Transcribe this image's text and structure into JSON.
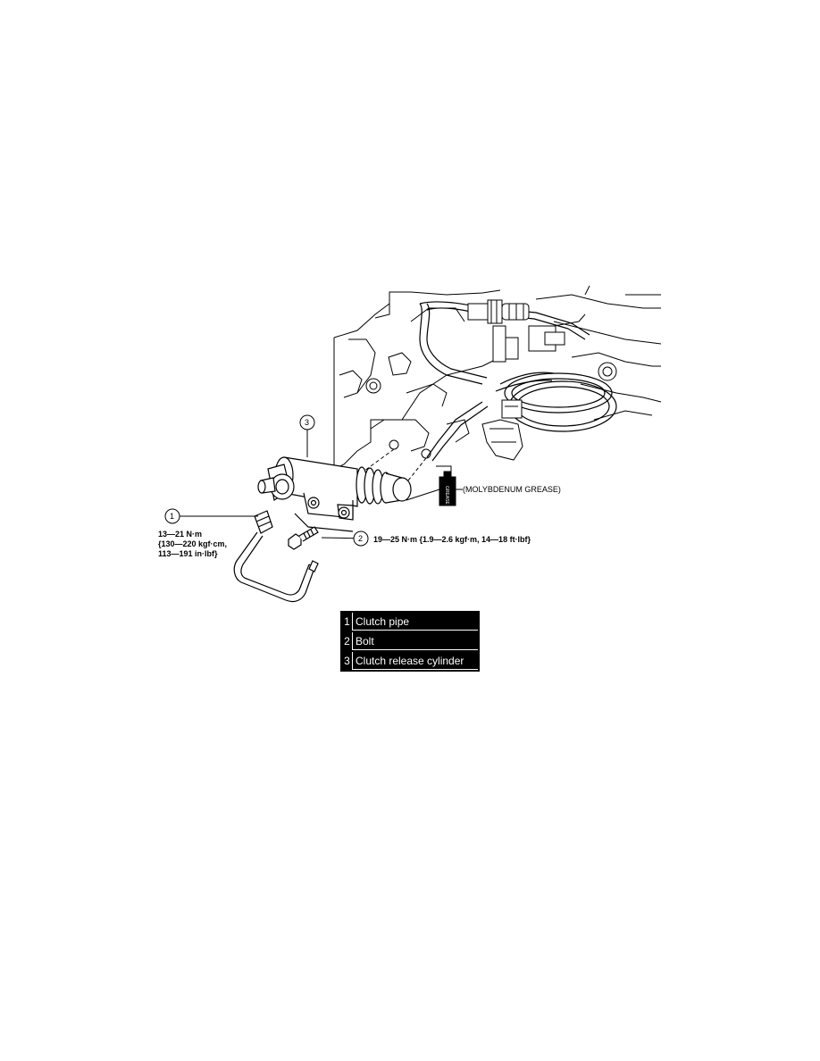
{
  "callouts": {
    "c1": "1",
    "c2": "2",
    "c3": "3"
  },
  "torque": {
    "pipe_line1": "13—21 N·m",
    "pipe_line2": "{130—220 kgf·cm,",
    "pipe_line3": "113—191 in·lbf}",
    "bolt": "19—25 N·m {1.9—2.6 kgf·m, 14—18 ft·lbf}"
  },
  "grease_label": "(MOLYBDENUM GREASE)",
  "grease_can_text": "GREASE",
  "legend": [
    {
      "num": "1",
      "text": "Clutch pipe"
    },
    {
      "num": "2",
      "text": "Bolt"
    },
    {
      "num": "3",
      "text": "Clutch release cylinder"
    }
  ]
}
